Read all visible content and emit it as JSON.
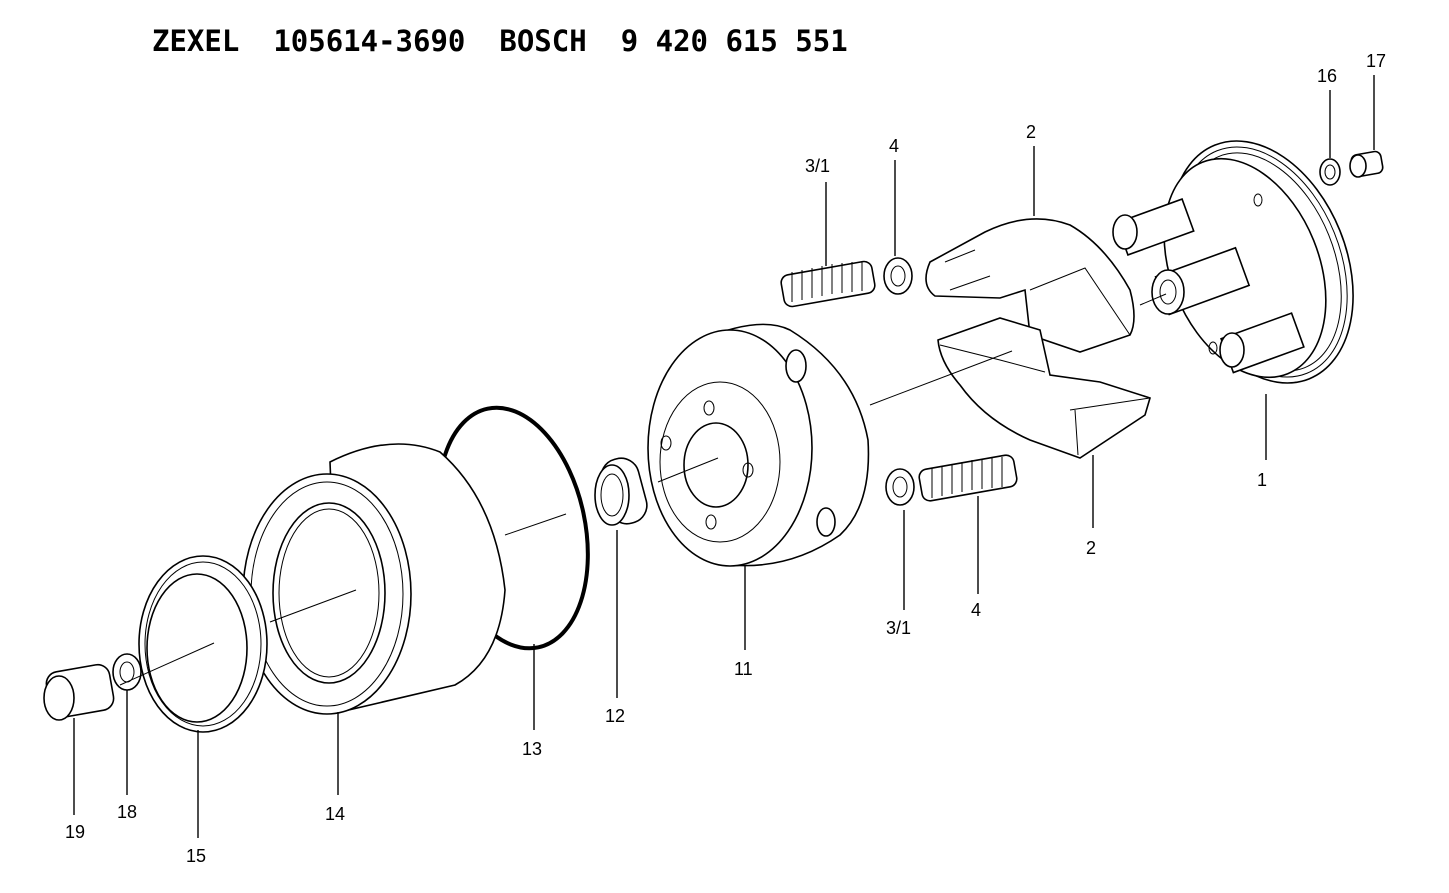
{
  "header": {
    "brand1": "ZEXEL",
    "part1": "105614-3690",
    "brand2": "BOSCH",
    "part2": "9 420 615 551"
  },
  "callouts": {
    "c1": "1",
    "c2a": "2",
    "c2b": "2",
    "c3a": "3/1",
    "c3b": "3/1",
    "c4a": "4",
    "c4b": "4",
    "c11": "11",
    "c12": "12",
    "c13": "13",
    "c14": "14",
    "c15": "15",
    "c16": "16",
    "c17": "17",
    "c18": "18",
    "c19": "19"
  }
}
